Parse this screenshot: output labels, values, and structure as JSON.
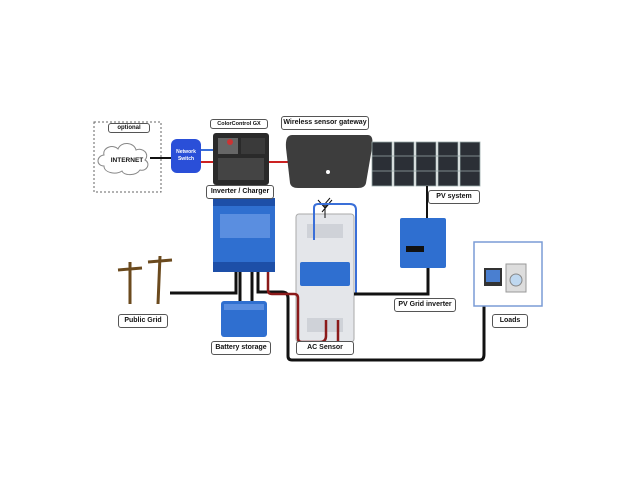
{
  "labels": {
    "optional": "optional",
    "internet": "INTERNET",
    "network_switch": "Network Switch",
    "color_control": "ColorControl GX",
    "wireless_gateway": "Wireless sensor gateway",
    "pv_system": "PV system",
    "inverter_charger": "Inverter / Charger",
    "public_grid": "Public Grid",
    "battery_storage": "Battery storage",
    "ac_sensor": "AC Sensor",
    "pv_grid_inverter": "PV Grid inverter",
    "loads": "Loads"
  },
  "colors": {
    "victron_blue": "#2f6fd0",
    "dc_cable": "#111111",
    "ac_red": "#8b1a1a",
    "signal_blue": "#3a6fd8",
    "signal_red": "#cc2222",
    "network_switch": "#2a4fd8"
  },
  "icons": [
    "cloud-icon",
    "utility-pole-icon",
    "house-with-computer-and-washer-icon",
    "wireless-antenna-icon"
  ]
}
